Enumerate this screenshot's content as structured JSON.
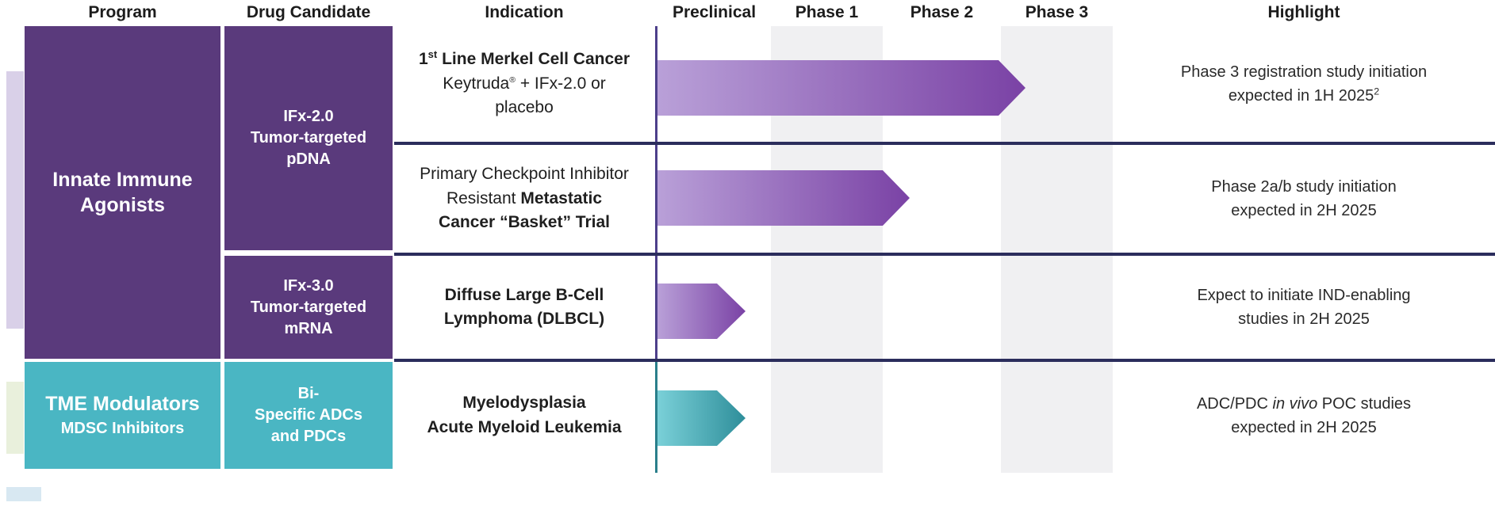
{
  "header": {
    "program": "Program",
    "drug_candidate": "Drug Candidate",
    "indication": "Indication",
    "preclinical": "Preclinical",
    "phase_1": "Phase 1",
    "phase_2": "Phase 2",
    "phase_3": "Phase 3",
    "highlight": "Highlight"
  },
  "programs": {
    "innate_immune": {
      "line1": "Innate Immune",
      "line2": "Agonists"
    },
    "tme": {
      "title": "TME Modulators",
      "subtitle": "MDSC Inhibitors"
    }
  },
  "candidates": {
    "ifx_2_0": {
      "line1": "IFx-2.0",
      "line2": "Tumor-targeted",
      "line3": "pDNA"
    },
    "ifx_3_0": {
      "line1": "IFx-3.0",
      "line2": "Tumor-targeted",
      "line3": "mRNA"
    },
    "adc_pdc": {
      "line1": "Bi-",
      "line2": "Specific ADCs",
      "line3": "and PDCs"
    }
  },
  "indications": {
    "merkel": {
      "l1_num": "1",
      "l1_sup": "st",
      "l1_rest": " Line Merkel Cell Cancer",
      "l2_brand": "Keytruda",
      "l2_reg": "®",
      "l2_rest": " + IFx-2.0 or",
      "l3": "placebo"
    },
    "basket": {
      "l1": "Primary Checkpoint Inhibitor",
      "l2_plain": "Resistant ",
      "l2_bold": "Metastatic",
      "l3_bold": "Cancer “Basket” Trial"
    },
    "dlbcl": {
      "l1": "Diffuse Large B-Cell",
      "l2": "Lymphoma (DLBCL)"
    },
    "mds_aml": {
      "l1": "Myelodysplasia",
      "l2": "Acute Myeloid Leukemia"
    }
  },
  "highlights": {
    "merkel": {
      "l1": "Phase 3 registration study initiation",
      "l2": "expected in 1H 2025",
      "l2_sup": "2"
    },
    "basket": {
      "l1": "Phase 2a/b study initiation",
      "l2": "expected in 2H 2025"
    },
    "dlbcl": {
      "l1": "Expect to initiate IND-enabling",
      "l2": "studies in 2H 2025"
    },
    "mds_aml": {
      "l1_pre": "ADC/PDC ",
      "l1_italic": "in vivo",
      "l1_post": " POC studies",
      "l2": "expected in 2H 2025"
    }
  },
  "arrows": [
    {
      "row": "merkel",
      "style": "purple-gradient",
      "extends_to": "into Phase 3"
    },
    {
      "row": "basket",
      "style": "purple-gradient",
      "extends_to": "start of Phase 2"
    },
    {
      "row": "dlbcl",
      "style": "purple-gradient",
      "extends_to": "Preclinical"
    },
    {
      "row": "mds_aml",
      "style": "teal-gradient",
      "extends_to": "Preclinical"
    }
  ],
  "colors": {
    "program_purple": "#5a3a7c",
    "program_teal": "#4ab6c3",
    "separator_navy": "#2b2d5c",
    "phase_band_gray": "#f0f0f2",
    "decor_lavender": "#d9d0e8",
    "decor_green": "#e9f0dc",
    "decor_blue": "#d8e8f2",
    "arrow_purple_start": "#b9a0d8",
    "arrow_purple_end": "#7a42a5",
    "arrow_teal_start": "#7ad0d8",
    "arrow_teal_end": "#2e8e9a",
    "start_line_purple": "#4d3f8a",
    "start_line_teal": "#2a7f8b"
  }
}
